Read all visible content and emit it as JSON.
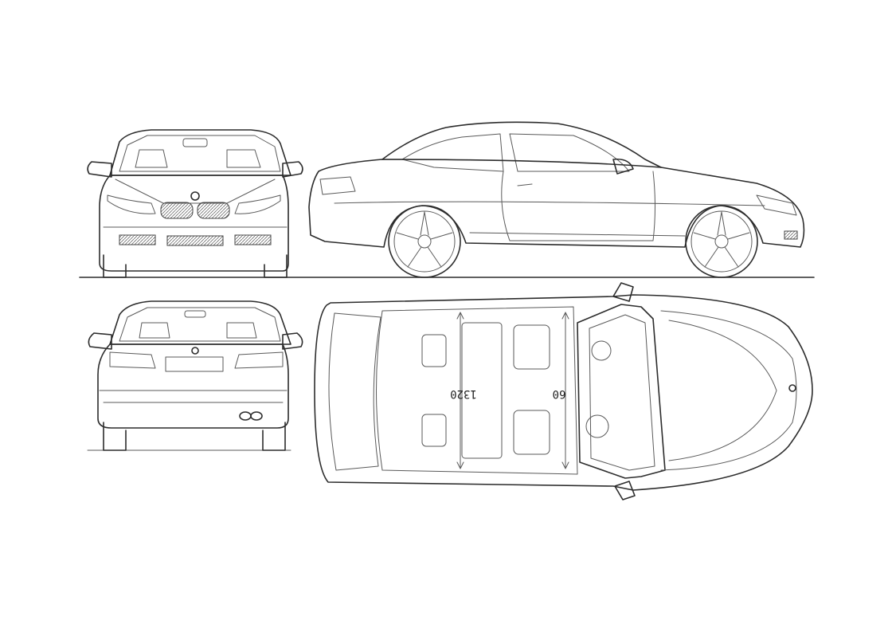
{
  "dimensions": {
    "track_front": "1320",
    "track_rear": "60"
  },
  "views": [
    "front-view",
    "side-view",
    "rear-view",
    "top-view"
  ],
  "colors": {
    "line": "#2c2c2c",
    "background": "#ffffff"
  }
}
